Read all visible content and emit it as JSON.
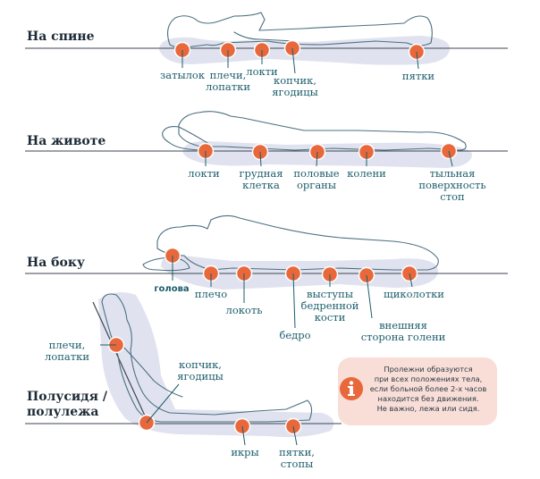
{
  "colors": {
    "dot": "#e8683b",
    "dot_border": "#ffffff",
    "support": "#e0e3ef",
    "outline": "#4c6f80",
    "line": "#3c4650",
    "label": "#1b5d6b",
    "note_bg": "#f8ded7"
  },
  "sections": [
    {
      "title": "На спине",
      "points": [
        {
          "label": "затылок"
        },
        {
          "label": "плечи,\nлопатки"
        },
        {
          "label": "локти"
        },
        {
          "label": "копчик,\nягодицы"
        },
        {
          "label": "пятки"
        }
      ]
    },
    {
      "title": "На животе",
      "points": [
        {
          "label": "локти"
        },
        {
          "label": "грудная\nклетка"
        },
        {
          "label": "половые\nорганы"
        },
        {
          "label": "колени"
        },
        {
          "label": "тыльная\nповерхность\nстоп"
        }
      ]
    },
    {
      "title": "На боку",
      "points": [
        {
          "label": "голова"
        },
        {
          "label": "плечо"
        },
        {
          "label": "локоть"
        },
        {
          "label": "бедро"
        },
        {
          "label": "выступы\nбедренной\nкости"
        },
        {
          "label": "внешняя\nсторона голени"
        },
        {
          "label": "щиколотки"
        }
      ]
    },
    {
      "title": "Полусидя /\nполулежа",
      "points": [
        {
          "label": "плечи,\nлопатки"
        },
        {
          "label": "копчик,\nягодицы"
        },
        {
          "label": "икры"
        },
        {
          "label": "пятки,\nстопы"
        }
      ]
    }
  ],
  "note": {
    "icon": "info-icon",
    "text": "Пролежни образуются\nпри всех положениях тела,\nесли больной более 2-х часов\nнаходится без движения.\nНе важно, лежа или сидя."
  }
}
